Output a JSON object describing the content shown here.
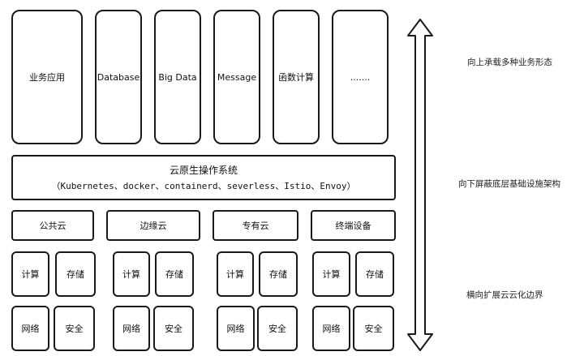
{
  "top_row": [
    "业务应用",
    "Database",
    "Big Data",
    "Message",
    "函数计算",
    "......."
  ],
  "os": {
    "title": "云原生操作系统",
    "subtitle": "（Kubernetes、docker、containerd、severless、Istio、Envoy）"
  },
  "clouds": [
    {
      "name": "公共云",
      "top": [
        "计算",
        "存储"
      ],
      "bottom": [
        "网络",
        "安全"
      ]
    },
    {
      "name": "边缘云",
      "top": [
        "计算",
        "存储"
      ],
      "bottom": [
        "网络",
        "安全"
      ]
    },
    {
      "name": "专有云",
      "top": [
        "计算",
        "存储"
      ],
      "bottom": [
        "网络",
        "安全"
      ]
    },
    {
      "name": "终端设备",
      "top": [
        "计算",
        "存储"
      ],
      "bottom": [
        "网络",
        "安全"
      ]
    }
  ],
  "right_labels": [
    "向上承载多种业务形态",
    "向下屏蔽底层基础设施架构",
    "横向扩展云云化边界"
  ]
}
